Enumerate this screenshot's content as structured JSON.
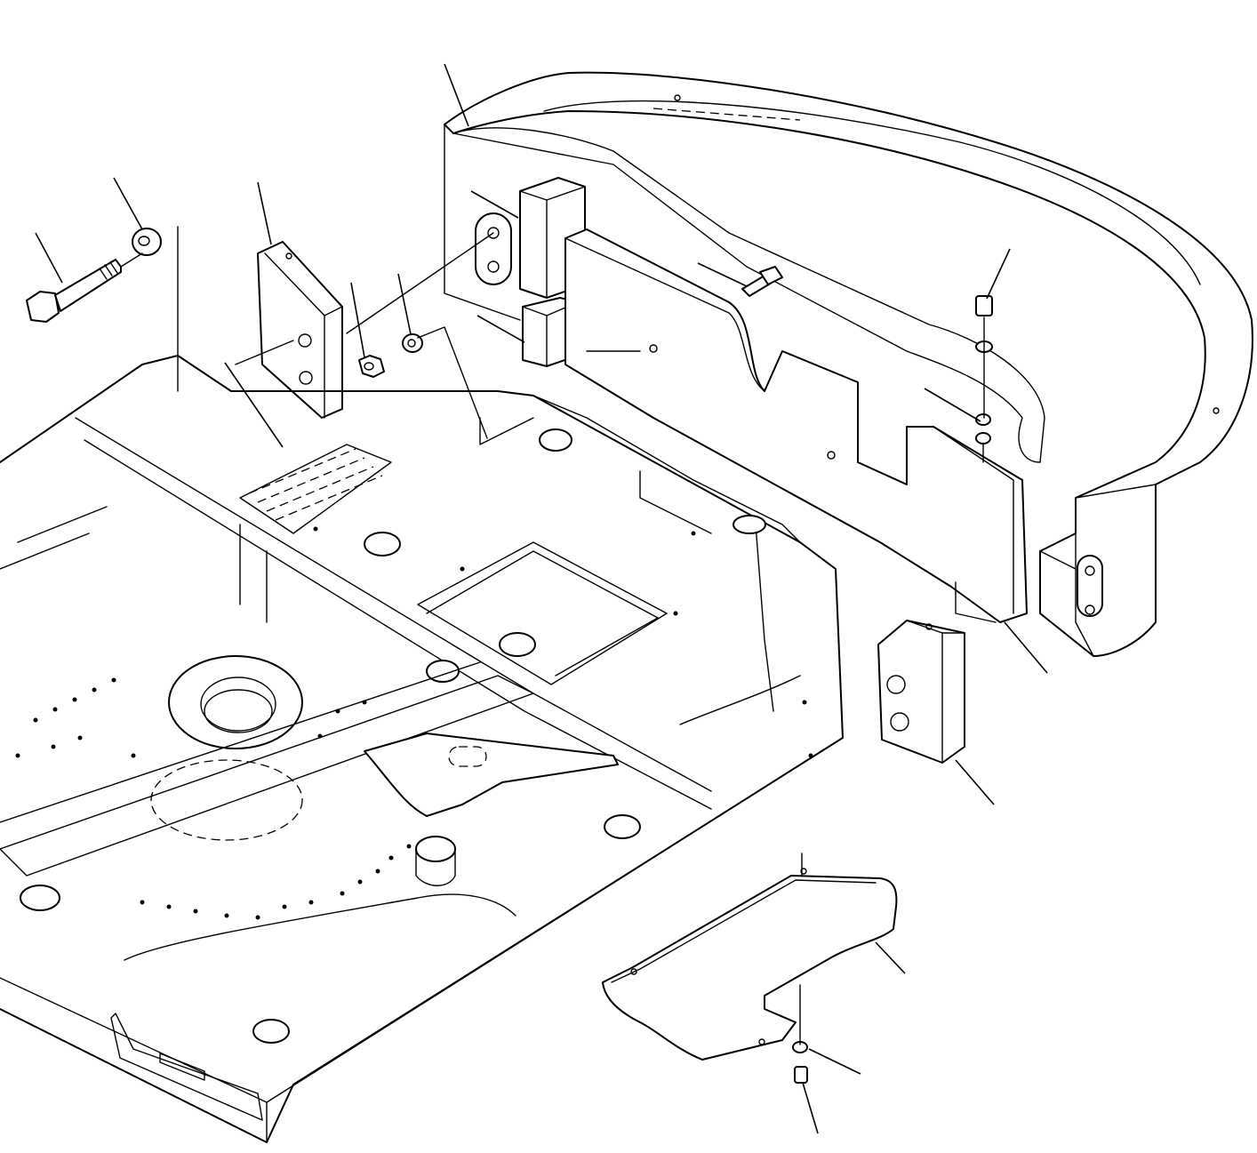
{
  "drawing": {
    "kind": "exploded-view parts illustration",
    "line_color": "#000000",
    "background": "#ffffff",
    "components": [
      {
        "id": "counterweight",
        "icon": "counterweight-icon"
      },
      {
        "id": "revolving-frame",
        "icon": "frame-icon"
      },
      {
        "id": "inner-plate-weight",
        "icon": "plate-icon"
      },
      {
        "id": "small-block-weight-upper",
        "icon": "block-icon"
      },
      {
        "id": "small-block-weight-lower",
        "icon": "block-icon"
      },
      {
        "id": "side-block-weight",
        "icon": "block-icon"
      },
      {
        "id": "end-block-weight",
        "icon": "block-icon"
      },
      {
        "id": "bottom-cover",
        "icon": "cover-icon"
      },
      {
        "id": "mounting-bolt",
        "icon": "bolt-icon"
      },
      {
        "id": "washer",
        "icon": "washer-icon"
      },
      {
        "id": "spacer",
        "icon": "spacer-icon"
      },
      {
        "id": "seal-washer",
        "icon": "washer-icon"
      },
      {
        "id": "cap-screw",
        "icon": "screw-icon"
      },
      {
        "id": "cover-bolt",
        "icon": "bolt-icon"
      }
    ],
    "leader_line_count": 14
  }
}
